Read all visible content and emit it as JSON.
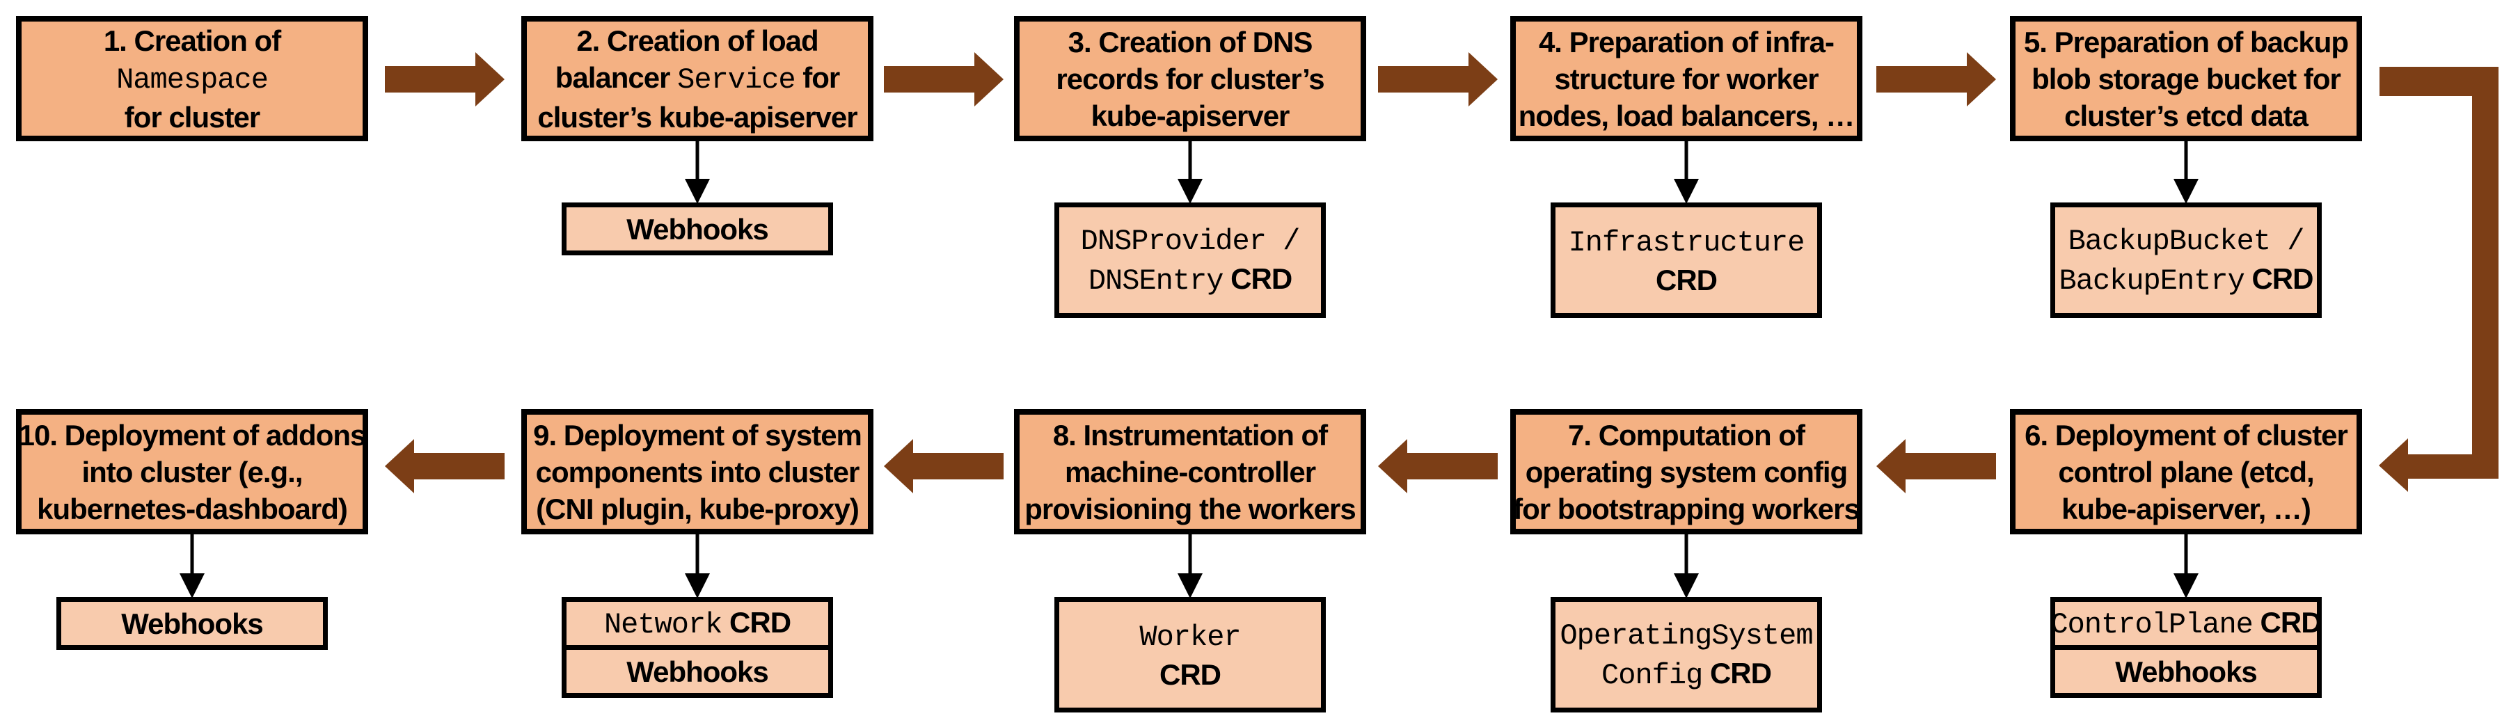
{
  "diagram": {
    "description_labels": [],
    "colors": {
      "main_box_fill": "#F4B183",
      "sub_box_fill": "#F8CBAD",
      "flow_arrow": "#7C3E16",
      "box_border": "#000000",
      "connector": "#000000"
    }
  },
  "steps": [
    {
      "lines": [
        [
          {
            "t": "1. Creation of",
            "s": "sans"
          }
        ],
        [
          {
            "t": "Namespace",
            "s": "mono"
          }
        ],
        [
          {
            "t": "for cluster",
            "s": "sans"
          }
        ]
      ],
      "subs": []
    },
    {
      "lines": [
        [
          {
            "t": "2. Creation of load",
            "s": "sans"
          }
        ],
        [
          {
            "t": "balancer ",
            "s": "sans"
          },
          {
            "t": "Service",
            "s": "mono"
          },
          {
            "t": " for",
            "s": "sans"
          }
        ],
        [
          {
            "t": "cluster’s kube-apiserver",
            "s": "sans"
          }
        ]
      ],
      "subs": [
        {
          "size": "short",
          "lines": [
            [
              {
                "t": "Webhooks",
                "s": "sans"
              }
            ]
          ]
        }
      ]
    },
    {
      "lines": [
        [
          {
            "t": "3. Creation of DNS",
            "s": "sans"
          }
        ],
        [
          {
            "t": "records for cluster’s",
            "s": "sans"
          }
        ],
        [
          {
            "t": "kube-apiserver",
            "s": "sans"
          }
        ]
      ],
      "subs": [
        {
          "size": "tall",
          "lines": [
            [
              {
                "t": "DNSProvider /",
                "s": "mono"
              }
            ],
            [
              {
                "t": "DNSEntry",
                "s": "mono"
              },
              {
                "t": " CRD",
                "s": "sans"
              }
            ]
          ]
        }
      ]
    },
    {
      "lines": [
        [
          {
            "t": "4. Preparation of infra-",
            "s": "sans"
          }
        ],
        [
          {
            "t": "structure for worker",
            "s": "sans"
          }
        ],
        [
          {
            "t": "nodes, load balancers, …",
            "s": "sans"
          }
        ]
      ],
      "subs": [
        {
          "size": "tall",
          "lines": [
            [
              {
                "t": "Infrastructure",
                "s": "mono"
              }
            ],
            [
              {
                "t": "CRD",
                "s": "sans"
              }
            ]
          ]
        }
      ]
    },
    {
      "lines": [
        [
          {
            "t": "5. Preparation of backup",
            "s": "sans"
          }
        ],
        [
          {
            "t": "blob storage bucket for",
            "s": "sans"
          }
        ],
        [
          {
            "t": "cluster’s etcd data",
            "s": "sans"
          }
        ]
      ],
      "subs": [
        {
          "size": "tall",
          "lines": [
            [
              {
                "t": "BackupBucket /",
                "s": "mono"
              }
            ],
            [
              {
                "t": "BackupEntry",
                "s": "mono"
              },
              {
                "t": " CRD",
                "s": "sans"
              }
            ]
          ]
        }
      ]
    },
    {
      "lines": [
        [
          {
            "t": "6. Deployment of cluster",
            "s": "sans"
          }
        ],
        [
          {
            "t": "control plane (etcd,",
            "s": "sans"
          }
        ],
        [
          {
            "t": "kube-apiserver, …)",
            "s": "sans"
          }
        ]
      ],
      "subs": [
        {
          "size": "short",
          "lines": [
            [
              {
                "t": "ControlPlane",
                "s": "mono"
              },
              {
                "t": " CRD",
                "s": "sans"
              }
            ]
          ]
        },
        {
          "size": "short",
          "lines": [
            [
              {
                "t": "Webhooks",
                "s": "sans"
              }
            ]
          ]
        }
      ]
    },
    {
      "lines": [
        [
          {
            "t": "7. Computation of",
            "s": "sans"
          }
        ],
        [
          {
            "t": "operating system config",
            "s": "sans"
          }
        ],
        [
          {
            "t": "for bootstrapping workers",
            "s": "sans"
          }
        ]
      ],
      "subs": [
        {
          "size": "tall",
          "lines": [
            [
              {
                "t": "OperatingSystem",
                "s": "mono"
              }
            ],
            [
              {
                "t": "Config",
                "s": "mono"
              },
              {
                "t": " CRD",
                "s": "sans"
              }
            ]
          ]
        }
      ]
    },
    {
      "lines": [
        [
          {
            "t": "8. Instrumentation of",
            "s": "sans"
          }
        ],
        [
          {
            "t": "machine-controller",
            "s": "sans"
          }
        ],
        [
          {
            "t": "provisioning the workers",
            "s": "sans"
          }
        ]
      ],
      "subs": [
        {
          "size": "tall",
          "lines": [
            [
              {
                "t": "Worker",
                "s": "mono"
              }
            ],
            [
              {
                "t": "CRD",
                "s": "sans"
              }
            ]
          ]
        }
      ]
    },
    {
      "lines": [
        [
          {
            "t": "9. Deployment of system",
            "s": "sans"
          }
        ],
        [
          {
            "t": "components into cluster",
            "s": "sans"
          }
        ],
        [
          {
            "t": "(CNI plugin, kube-proxy)",
            "s": "sans"
          }
        ]
      ],
      "subs": [
        {
          "size": "short",
          "lines": [
            [
              {
                "t": "Network",
                "s": "mono"
              },
              {
                "t": " CRD",
                "s": "sans"
              }
            ]
          ]
        },
        {
          "size": "short",
          "lines": [
            [
              {
                "t": "Webhooks",
                "s": "sans"
              }
            ]
          ]
        }
      ]
    },
    {
      "lines": [
        [
          {
            "t": "10. Deployment of addons",
            "s": "sans"
          }
        ],
        [
          {
            "t": "into cluster (e.g.,",
            "s": "sans"
          }
        ],
        [
          {
            "t": "kubernetes-dashboard)",
            "s": "sans"
          }
        ]
      ],
      "subs": [
        {
          "size": "short",
          "lines": [
            [
              {
                "t": "Webhooks",
                "s": "sans"
              }
            ]
          ]
        }
      ]
    }
  ]
}
